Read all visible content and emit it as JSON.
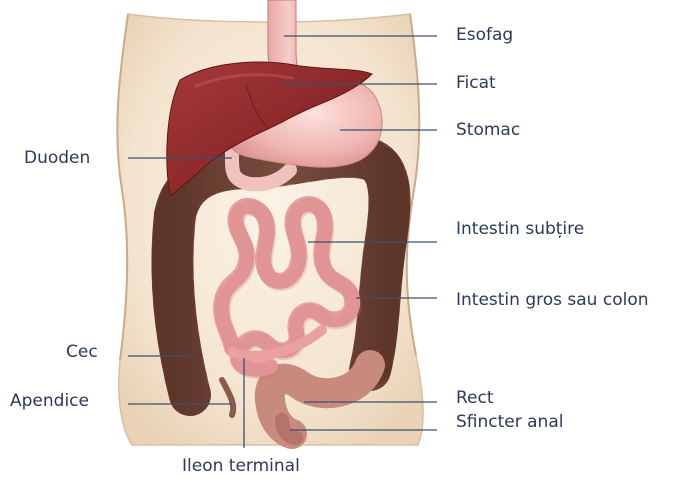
{
  "diagram": {
    "labels_right": {
      "esofag": "Esofag",
      "ficat": "Ficat",
      "stomac": "Stomac",
      "intestin_subtire": "Intestin subțire",
      "intestin_gros": "Intestin gros sau colon",
      "rect": "Rect",
      "sfincter_anal": "Sfincter anal"
    },
    "labels_left": {
      "duoden": "Duoden",
      "cec": "Cec",
      "apendice": "Apendice"
    },
    "labels_bottom": {
      "ileon_terminal": "Ileon terminal"
    }
  },
  "colors": {
    "leader_line": "#3d4f72",
    "label_text": "#2b3a57",
    "liver": "#8c2a2c",
    "stomach": "#f0b7b3",
    "colon": "#8a5a4a",
    "small_intestine": "#e9a1a0",
    "skin": "#f4e4cf"
  }
}
